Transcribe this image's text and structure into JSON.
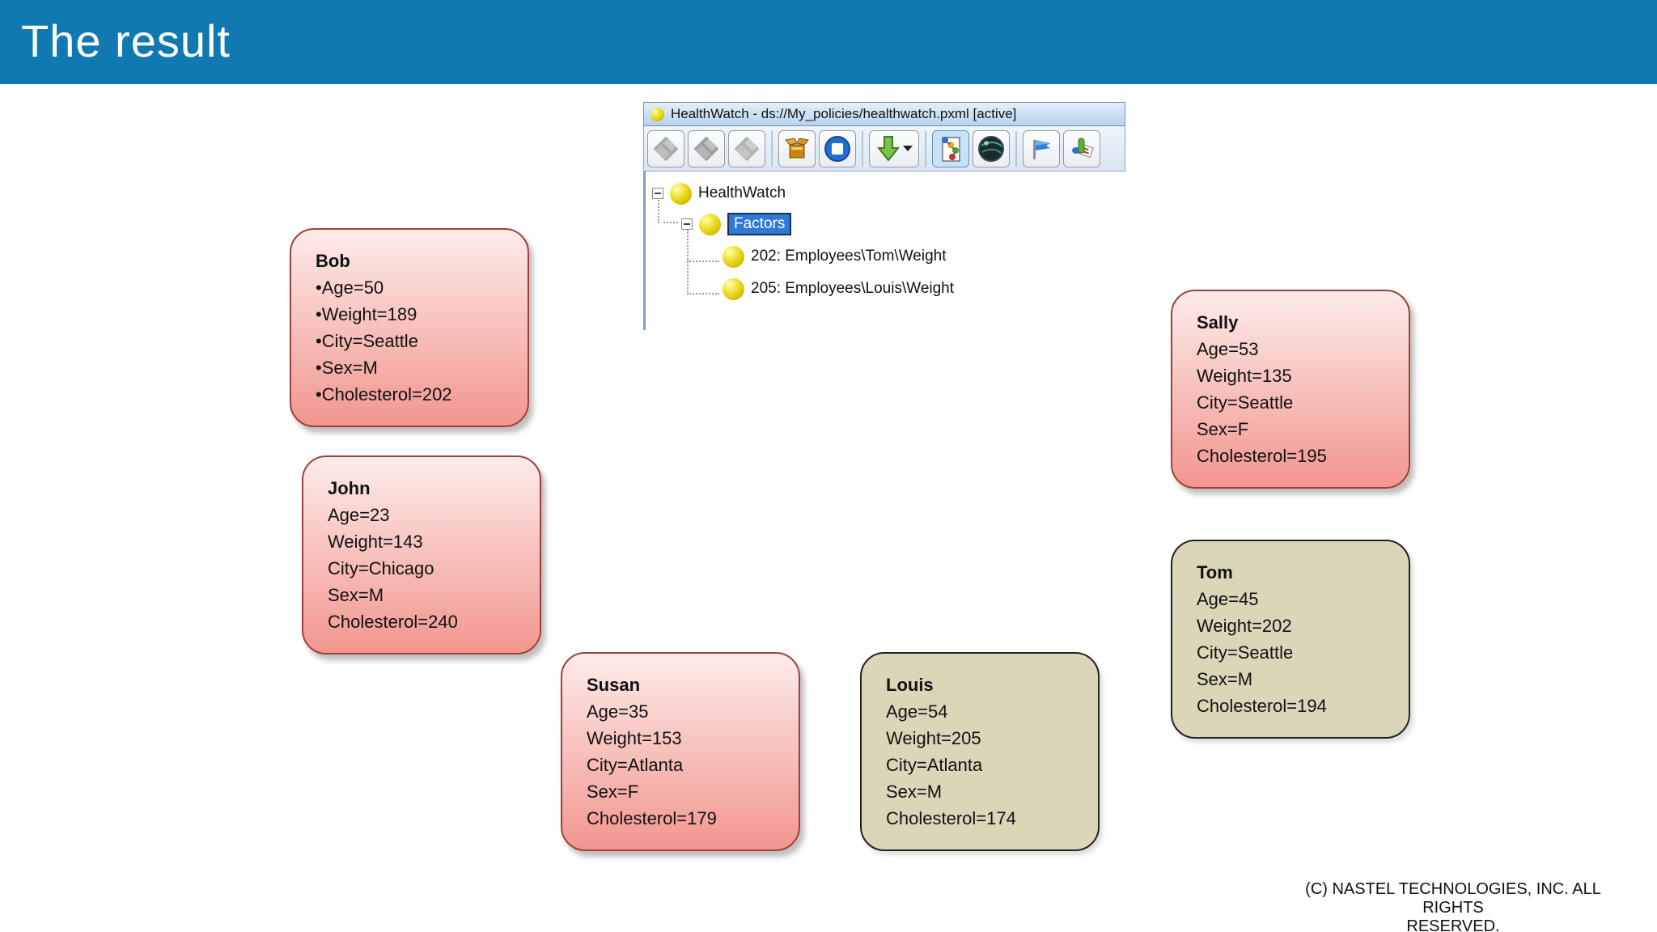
{
  "slide": {
    "title": "The result",
    "footer_line1": "(C) NASTEL TECHNOLOGIES, INC. ALL RIGHTS",
    "footer_line2": "RESERVED.",
    "colors": {
      "header_blue": "#1179b1",
      "pink_card_top": "#fdecea",
      "pink_card_bottom": "#f2968f",
      "pink_border": "#a03f3a",
      "tan_card": "#dcd6b9",
      "tree_selection": "#2e78d6"
    }
  },
  "window": {
    "title": "HealthWatch - ds://My_policies/healthwatch.pxml [active]",
    "toolbar_icons": [
      "floppy-disk-icon",
      "floppy-disk-icon",
      "floppy-disk-icon",
      "package-icon",
      "stop-icon",
      "download-arrow-icon",
      "policy-diagram-icon",
      "globe-icon",
      "flag-icon",
      "report-icon"
    ],
    "tree": {
      "root_label": "HealthWatch",
      "group_label": "Factors",
      "items": [
        "202: Employees\\Tom\\Weight",
        "205: Employees\\Louis\\Weight"
      ]
    }
  },
  "cards": [
    {
      "name": "Bob",
      "variant": "pink",
      "lines": [
        "•Age=50",
        "•Weight=189",
        "•City=Seattle",
        "•Sex=M",
        "•Cholesterol=202"
      ]
    },
    {
      "name": "John",
      "variant": "pink",
      "lines": [
        "Age=23",
        "Weight=143",
        "City=Chicago",
        "Sex=M",
        "Cholesterol=240"
      ]
    },
    {
      "name": "Susan",
      "variant": "pink",
      "lines": [
        "Age=35",
        "Weight=153",
        "City=Atlanta",
        "Sex=F",
        "Cholesterol=179"
      ]
    },
    {
      "name": "Louis",
      "variant": "tan",
      "lines": [
        "Age=54",
        "Weight=205",
        "City=Atlanta",
        "Sex=M",
        "Cholesterol=174"
      ]
    },
    {
      "name": "Sally",
      "variant": "pink",
      "lines": [
        "Age=53",
        "Weight=135",
        "City=Seattle",
        "Sex=F",
        "Cholesterol=195"
      ]
    },
    {
      "name": "Tom",
      "variant": "tan",
      "lines": [
        "Age=45",
        "Weight=202",
        "City=Seattle",
        "Sex=M",
        "Cholesterol=194"
      ]
    }
  ]
}
